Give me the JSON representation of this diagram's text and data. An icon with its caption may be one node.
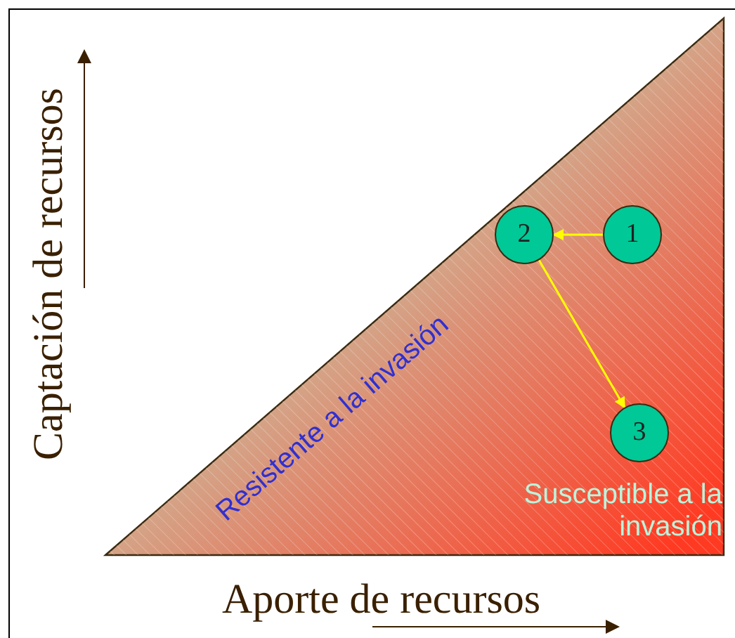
{
  "diagram": {
    "nodes": [
      {
        "text": [
          "1"
        ]
      },
      {
        "text": [
          "2"
        ]
      },
      {
        "text": [
          "3"
        ]
      }
    ],
    "edges": [
      {
        "from": 0,
        "to": 1,
        "arrow": "to"
      },
      {
        "from": 1,
        "to": 2,
        "arrow": "to"
      }
    ],
    "labels": [
      "Captación de recursos",
      "Resistente a la invasión",
      "Susceptible a la invasión",
      "Aporte de recursos"
    ]
  }
}
